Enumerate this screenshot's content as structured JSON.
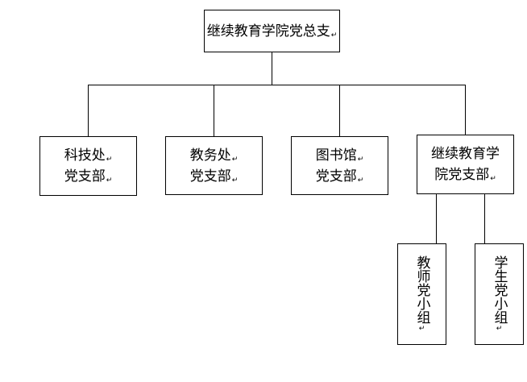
{
  "root": {
    "lines": [
      "继续教育学院党总支"
    ]
  },
  "branches": [
    {
      "lines": [
        "科技处",
        "党支部"
      ]
    },
    {
      "lines": [
        "教务处",
        "党支部"
      ]
    },
    {
      "lines": [
        "图书馆",
        "党支部"
      ]
    },
    {
      "lines": [
        "继续教育学",
        "院党支部"
      ]
    }
  ],
  "groups": [
    {
      "text": "教师党小组"
    },
    {
      "text": "学生党小组"
    }
  ],
  "paragraph_mark": "↵",
  "colors": {
    "line": "#000000",
    "box_border": "#000000",
    "background": "#ffffff"
  }
}
